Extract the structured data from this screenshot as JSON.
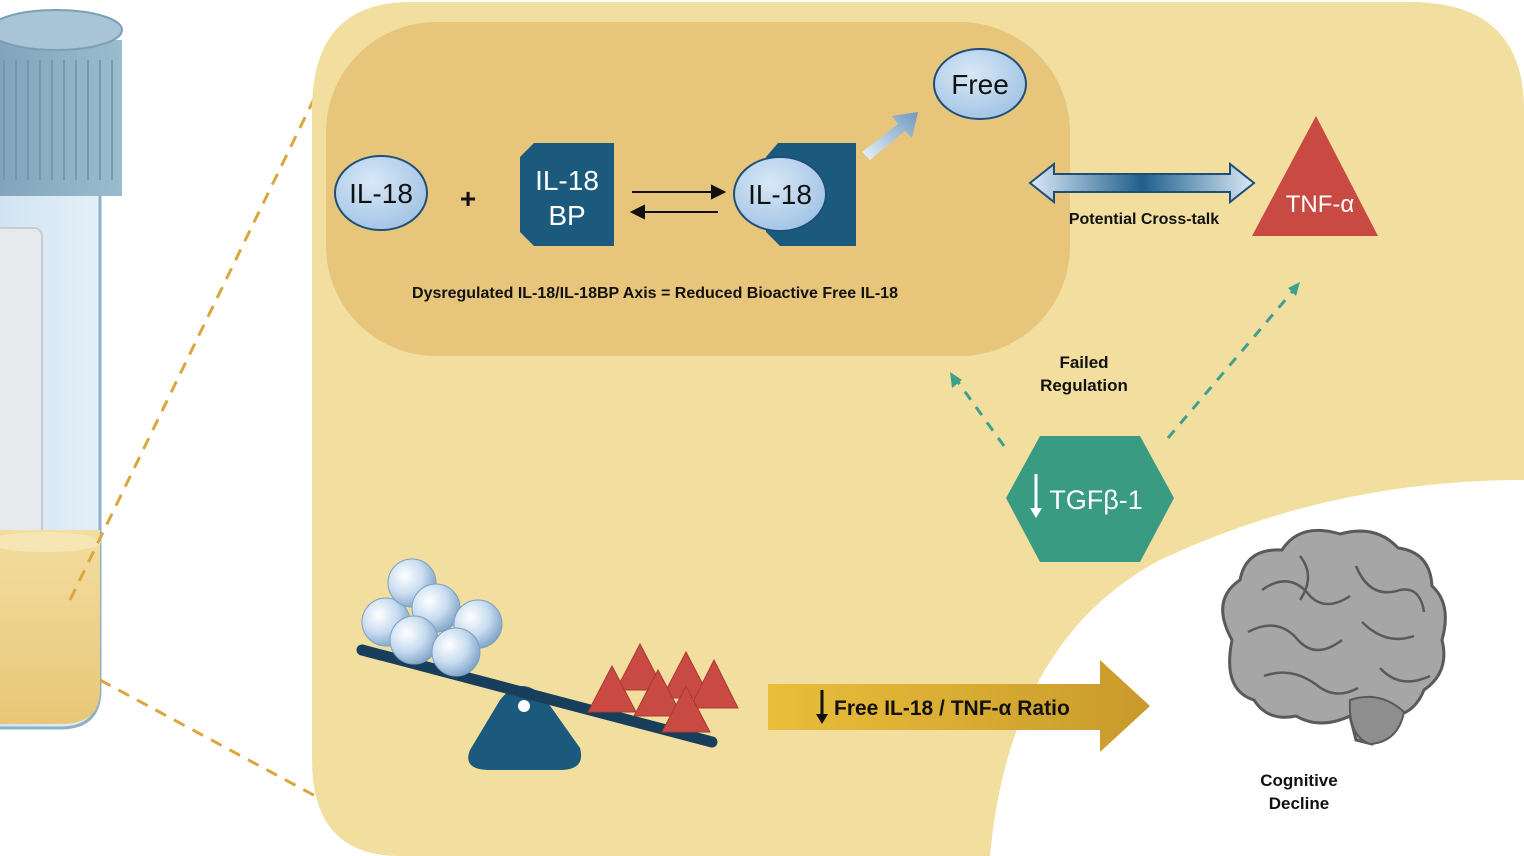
{
  "colors": {
    "panel_outer": "#f2df9f",
    "panel_inner": "#e7c57a",
    "navy": "#1b5a7d",
    "light_blue": "#b7d4ef",
    "teal": "#3a9b83",
    "red": "#c94a42",
    "gold_arrow": "#d8a92b",
    "dashed_gold": "#d9a640",
    "dashed_teal": "#3ea18b",
    "text_dark": "#111111",
    "brain_gray": "#9c9c9c"
  },
  "tube": {
    "name": "serum-sample-tube"
  },
  "reaction": {
    "il18_left": "IL-18",
    "plus": "+",
    "il18bp_line1": "IL-18",
    "il18bp_line2": "BP",
    "equilibrium_icon": "reversible-reaction-arrows-icon",
    "complex_il18": "IL-18",
    "free_label": "Free",
    "axis_caption": "Dysregulated IL-18/IL-18BP Axis = Reduced Bioactive Free IL-18"
  },
  "crosstalk": {
    "label": "Potential Cross-talk",
    "icon": "double-headed-arrow-icon"
  },
  "tnf": {
    "label": "TNF-α"
  },
  "regulation": {
    "failed_line1": "Failed",
    "failed_line2": "Regulation"
  },
  "tgf": {
    "label": "TGFβ-1",
    "direction_icon": "down-arrow-icon"
  },
  "balance": {
    "icon": "seesaw-balance-icon",
    "ratio_label": "Free IL-18 / TNF-α Ratio",
    "ratio_direction_icon": "down-arrow-icon"
  },
  "outcome": {
    "icon": "brain-icon",
    "line1": "Cognitive",
    "line2": "Decline"
  }
}
